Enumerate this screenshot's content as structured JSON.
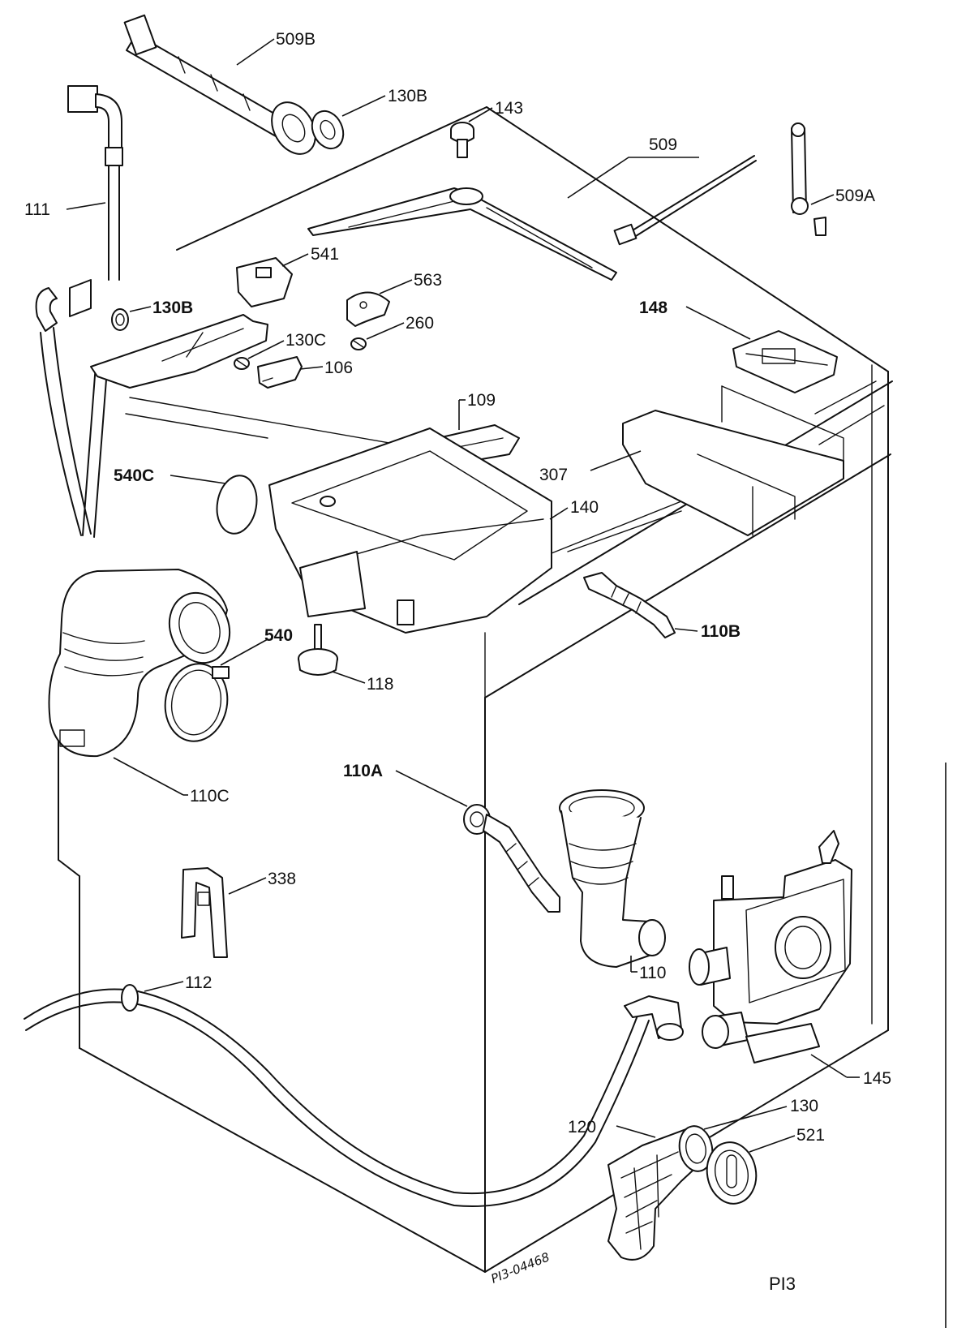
{
  "labels": {
    "l509b": "509B",
    "l130b_top": "130B",
    "l143": "143",
    "l509": "509",
    "l509a": "509A",
    "l111": "111",
    "l541": "541",
    "l563": "563",
    "l130b_mid": "130B",
    "l260": "260",
    "l130c": "130C",
    "l106": "106",
    "l148": "148",
    "l109": "109",
    "l540c": "540C",
    "l307": "307",
    "l140": "140",
    "l110b": "110B",
    "l540": "540",
    "l118": "118",
    "l110c": "110C",
    "l110a": "110A",
    "l338": "338",
    "l110": "110",
    "l112": "112",
    "l145": "145",
    "l130": "130",
    "l120": "120",
    "l521": "521"
  },
  "drawing_code": "PI3-04468",
  "plate_id": "PI3"
}
